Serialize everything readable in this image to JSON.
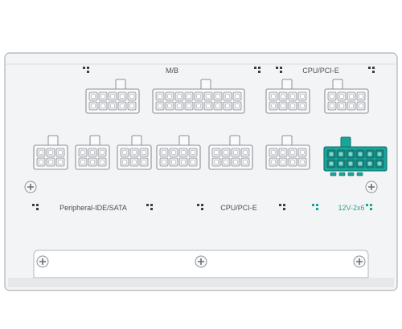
{
  "labels": {
    "mb": "M/B",
    "cpu_pcie_top": "CPU/PCI-E",
    "peripheral": "Peripheral-IDE/SATA",
    "cpu_pcie_bottom": "CPU/PCI-E",
    "twelve_v": "12V-2x6"
  },
  "connectors": {
    "top_row": [
      "mb-connector-10pin",
      "mb-connector-18pin",
      "cpu-pcie-top-1",
      "cpu-pcie-top-2"
    ],
    "bottom_row": [
      "peripheral-1",
      "peripheral-2",
      "peripheral-3",
      "cpu-pcie-bottom-1",
      "cpu-pcie-bottom-2",
      "cpu-pcie-bottom-3",
      "12v-2x6-connector"
    ]
  },
  "colors": {
    "panel": "#f3f4f5",
    "connector_body": "#f9fafb",
    "pin": "#e9ebee",
    "outline": "#8c9095",
    "teal": "#1aa59a",
    "teal_dark": "#0f6f6a",
    "label": "#4a4d52"
  }
}
